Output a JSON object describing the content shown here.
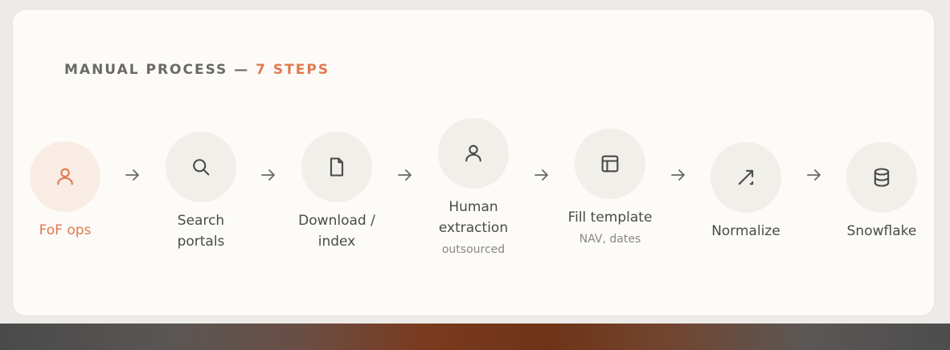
{
  "heading": {
    "prefix": "MANUAL PROCESS — ",
    "accent": "7 STEPS"
  },
  "steps": [
    {
      "label": "FoF ops",
      "sub": "",
      "icon": "user-icon",
      "active": true
    },
    {
      "label": "Search\nportals",
      "sub": "",
      "icon": "search-icon",
      "active": false
    },
    {
      "label": "Download /\nindex",
      "sub": "",
      "icon": "document-icon",
      "active": false
    },
    {
      "label": "Human\nextraction",
      "sub": "outsourced",
      "icon": "user-icon",
      "active": false
    },
    {
      "label": "Fill template",
      "sub": "NAV, dates",
      "icon": "template-icon",
      "active": false
    },
    {
      "label": "Normalize",
      "sub": "",
      "icon": "normalize-icon",
      "active": false
    },
    {
      "label": "Snowflake",
      "sub": "",
      "icon": "database-icon",
      "active": false
    }
  ],
  "colors": {
    "accent": "#e2784f",
    "text": "#4a4a48",
    "muted": "#8a8884",
    "circle": "#f1efe9",
    "card": "#fcfbf8"
  }
}
